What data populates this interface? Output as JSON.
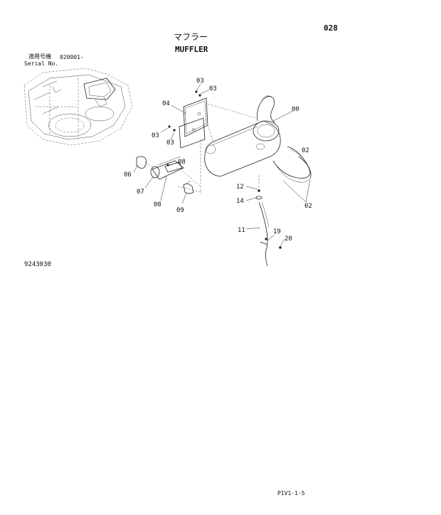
{
  "page_number": "028",
  "title_jp": "マフラー",
  "title_en": "MUFFLER",
  "serial": {
    "label_jp": "適用号機",
    "label_en": "Serial No.",
    "value": "020001-"
  },
  "figure_number": "9243030",
  "footer_code": "P1V1-1-5",
  "callouts": [
    "00",
    "02",
    "02",
    "03",
    "03",
    "03",
    "03",
    "04",
    "06",
    "07",
    "08",
    "08",
    "09",
    "11",
    "12",
    "14",
    "19",
    "20"
  ]
}
